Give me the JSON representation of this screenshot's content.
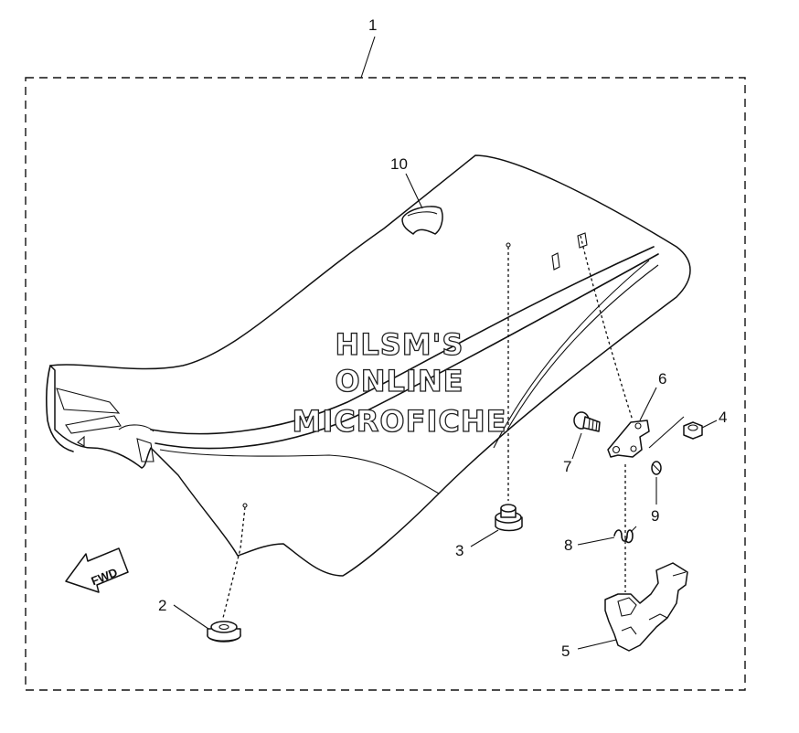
{
  "callouts": {
    "c1": "1",
    "c2": "2",
    "c3": "3",
    "c4": "4",
    "c5": "5",
    "c6": "6",
    "c7": "7",
    "c8": "8",
    "c9": "9",
    "c10": "10"
  },
  "watermark": {
    "line1": "HLSM'S",
    "line2": "ONLINE",
    "line3": "MICROFICHE"
  },
  "direction_arrow": {
    "label": "FWD"
  },
  "colors": {
    "line": "#111111",
    "background": "#ffffff"
  }
}
